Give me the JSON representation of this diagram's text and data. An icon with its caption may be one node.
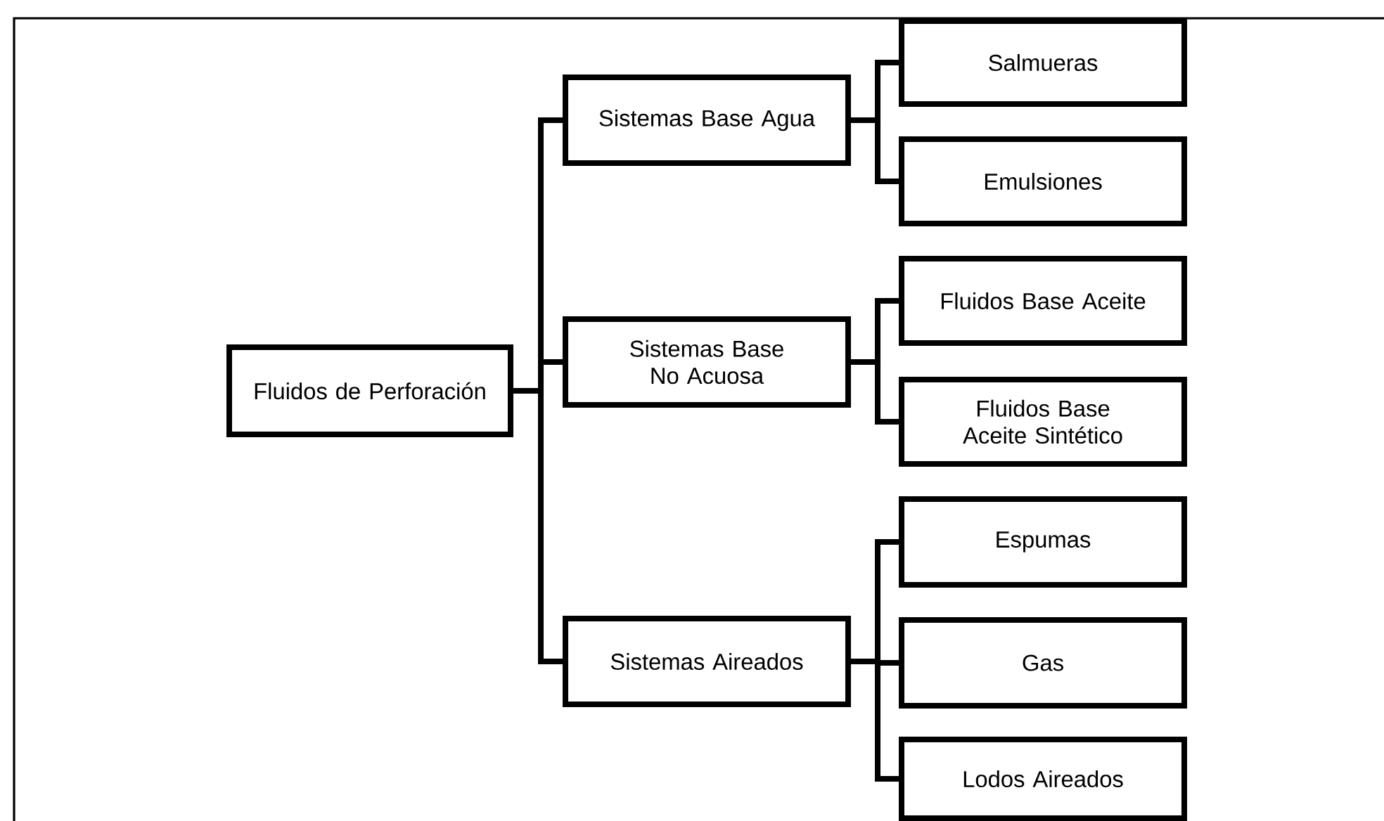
{
  "diagram": {
    "nodes": [
      {
        "text": [
          "Fluidos de Perforación"
        ]
      },
      {
        "text": [
          "Sistemas Base Agua"
        ]
      },
      {
        "text": [
          "Sistemas Base No Acuosa"
        ]
      },
      {
        "text": [
          "Sistemas Aireados"
        ]
      },
      {
        "text": [
          "Salmueras"
        ]
      },
      {
        "text": [
          "Emulsiones"
        ]
      },
      {
        "text": [
          "Fluidos Base Aceite"
        ]
      },
      {
        "text": [
          "Fluidos Base Aceite Sintético"
        ]
      },
      {
        "text": [
          "Espumas"
        ]
      },
      {
        "text": [
          "Gas"
        ]
      },
      {
        "text": [
          "Lodos Aireados"
        ]
      }
    ],
    "edges": [
      {
        "from": 0,
        "to": 1,
        "arrow": "none"
      },
      {
        "from": 0,
        "to": 2,
        "arrow": "none"
      },
      {
        "from": 0,
        "to": 3,
        "arrow": "none"
      },
      {
        "from": 1,
        "to": 4,
        "arrow": "none"
      },
      {
        "from": 1,
        "to": 5,
        "arrow": "none"
      },
      {
        "from": 2,
        "to": 6,
        "arrow": "none"
      },
      {
        "from": 2,
        "to": 7,
        "arrow": "none"
      },
      {
        "from": 3,
        "to": 8,
        "arrow": "none"
      },
      {
        "from": 3,
        "to": 9,
        "arrow": "none"
      },
      {
        "from": 3,
        "to": 10,
        "arrow": "none"
      }
    ]
  }
}
